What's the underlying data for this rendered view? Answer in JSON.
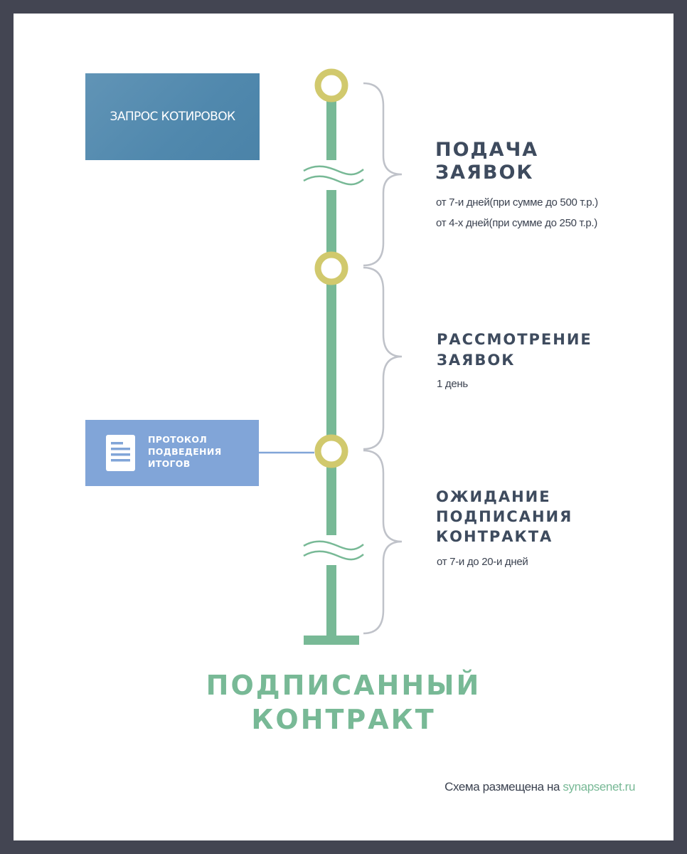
{
  "quote_box": {
    "label": "ЗАПРОС КОТИРОВОК"
  },
  "protocol_box": {
    "label": "ПРОТОКОЛ ПОДВЕДЕНИЯ ИТОГОВ",
    "icon": "document-icon"
  },
  "stages": [
    {
      "title": "ПОДАЧА ЗАЯВОК",
      "lines": [
        "от 7-и дней(при сумме до 500 т.р.)",
        "от 4-х дней(при сумме до 250 т.р.)"
      ]
    },
    {
      "title": "РАССМОТРЕНИЕ ЗАЯВОК",
      "lines": [
        "1 день"
      ]
    },
    {
      "title": "ОЖИДАНИЕ ПОДПИСАНИЯ КОНТРАКТА",
      "lines": [
        "от 7-и до 20-и дней"
      ]
    }
  ],
  "final": {
    "title": "ПОДПИСАННЫЙ КОНТРАКТ"
  },
  "footer": {
    "prefix": "Схема размещена на ",
    "link": "synapsenet.ru"
  },
  "colors": {
    "frame": "#434552",
    "timeline": "#78b996",
    "node_ring": "#d1c96d",
    "brace": "#bfc2c9",
    "quote_box": "#5a8fb2",
    "protocol_box": "#81a5d8",
    "stage_title": "#3e4b5e"
  }
}
